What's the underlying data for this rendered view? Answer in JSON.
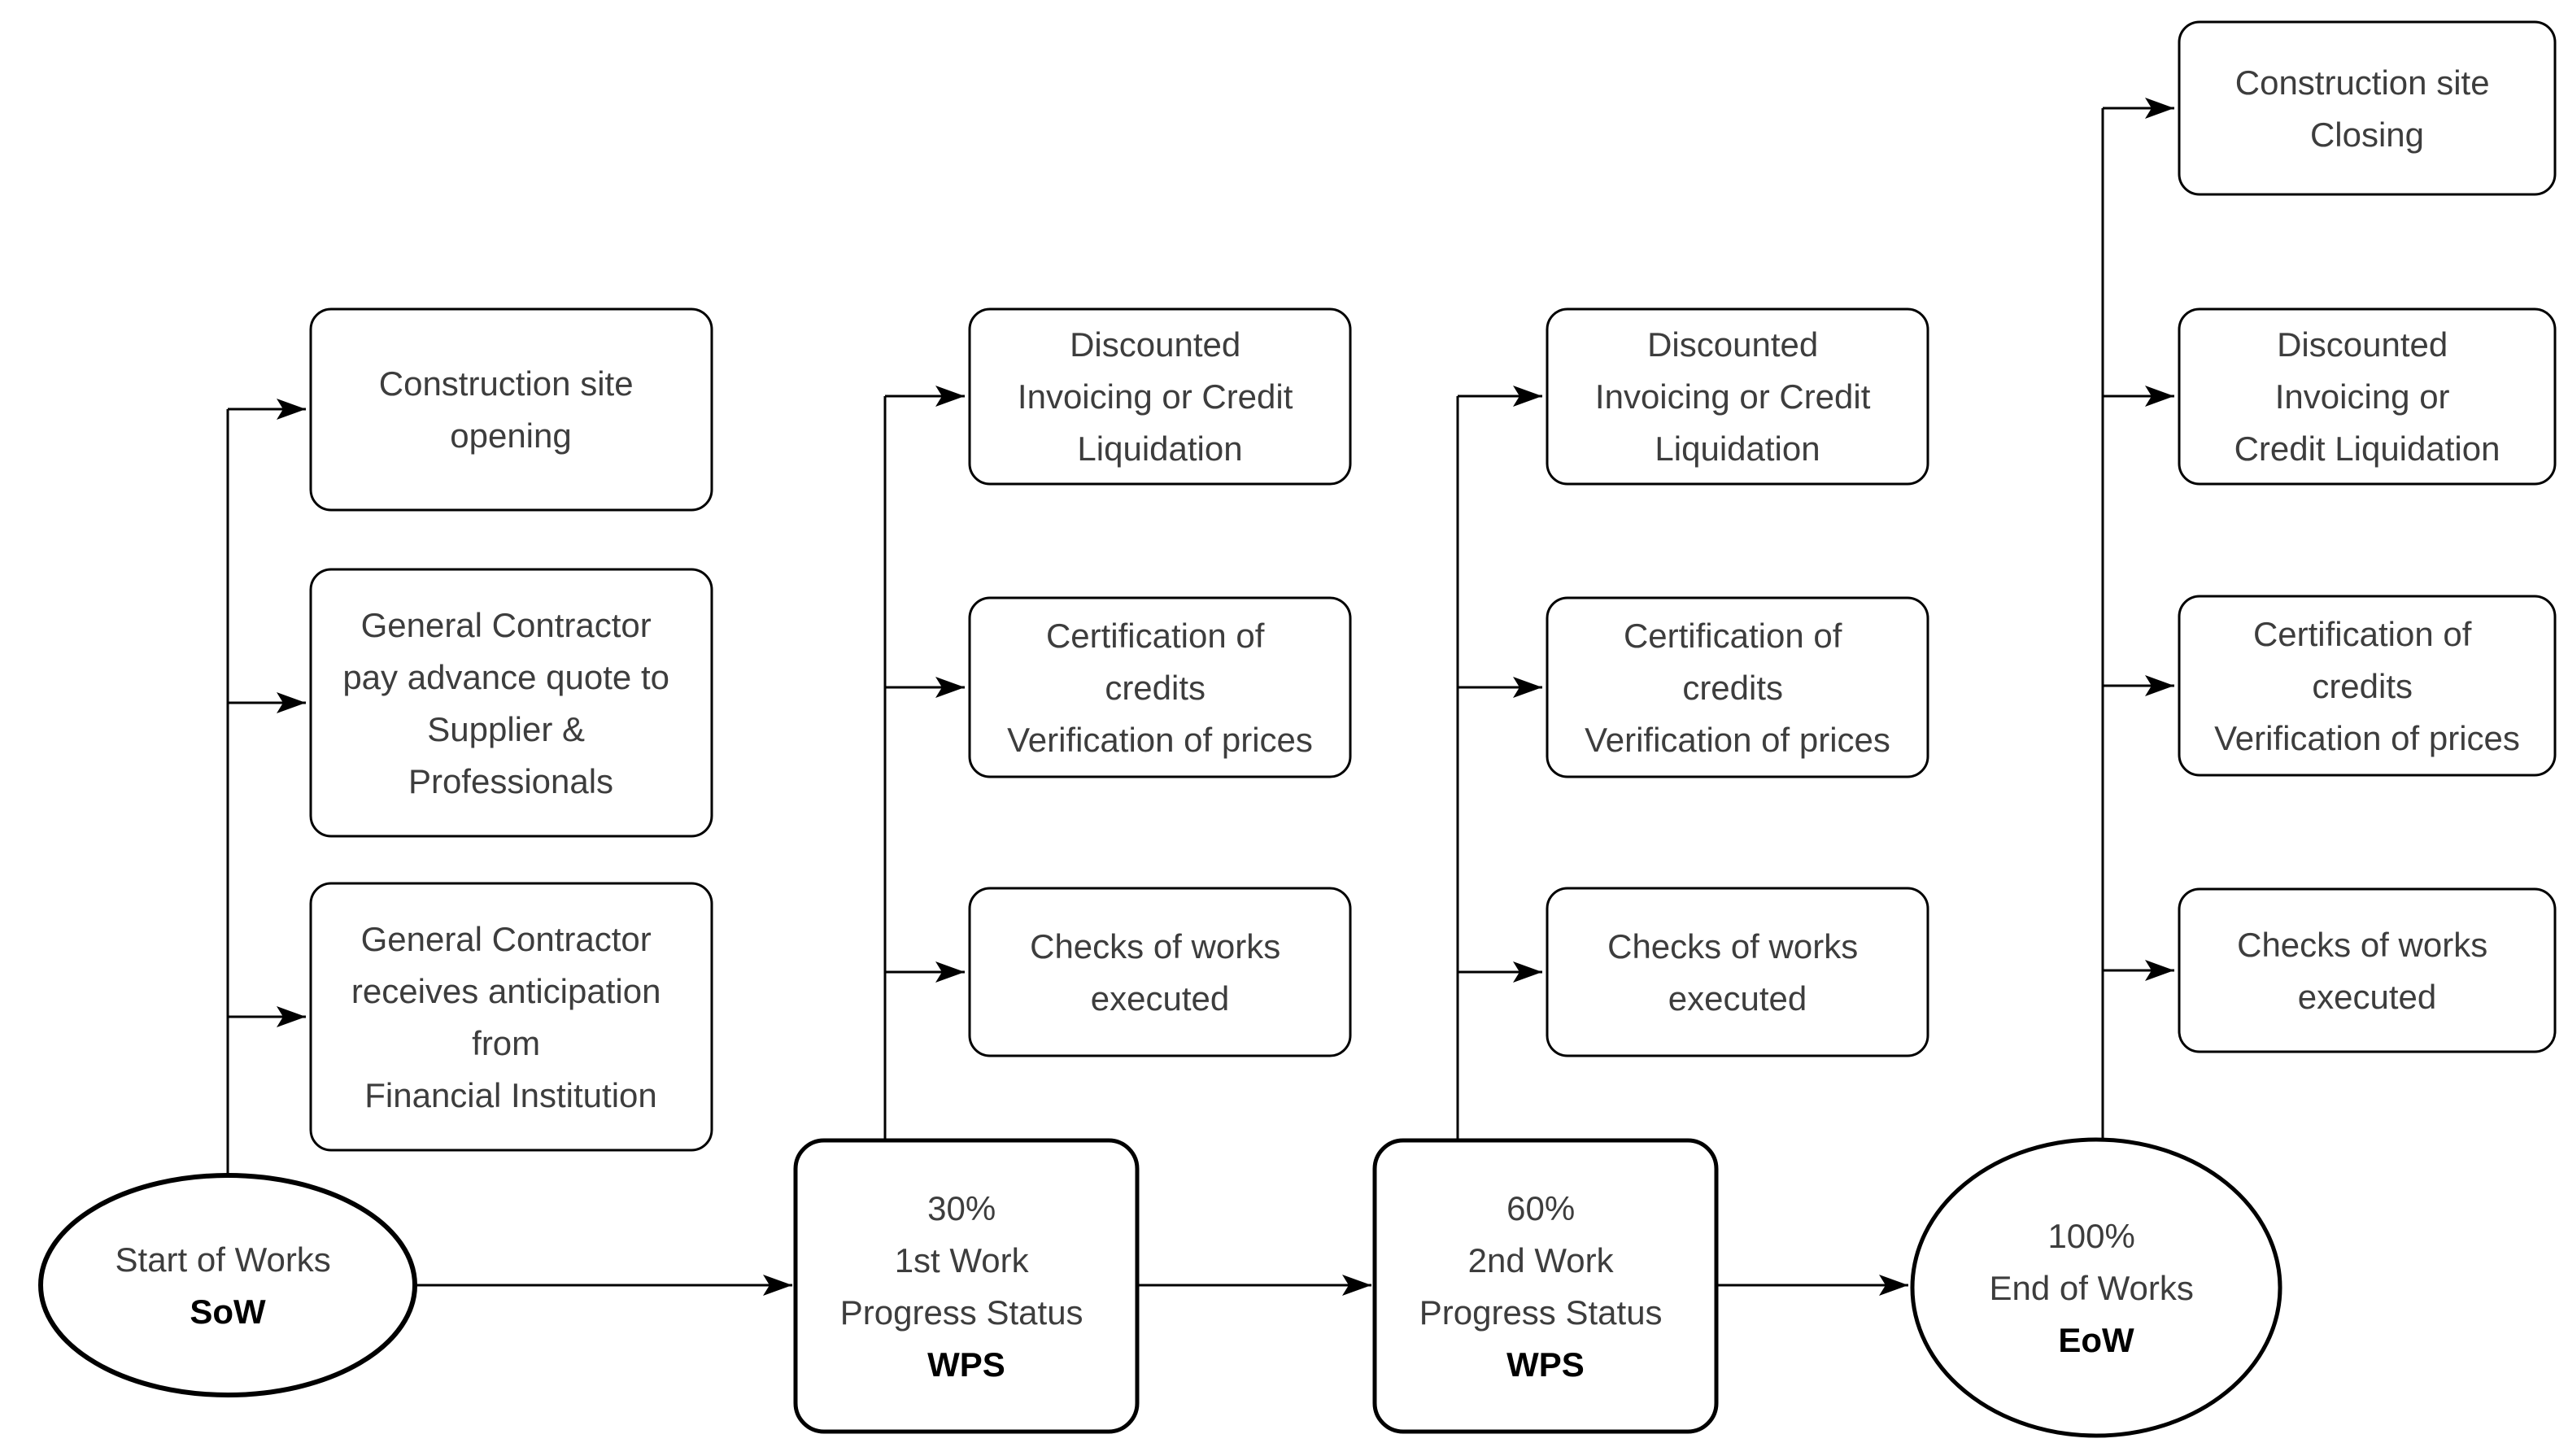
{
  "colors": {
    "background": "#ffffff",
    "stroke": "#000000",
    "text": "#3d3d3d",
    "text_bold": "#000000"
  },
  "main_nodes": {
    "sow": {
      "line1": "Start of Works",
      "line2": "SoW"
    },
    "wps1": {
      "line1": "30%",
      "line2": "1st Work",
      "line3": "Progress Status",
      "line4": "WPS"
    },
    "wps2": {
      "line1": "60%",
      "line2": "2nd Work",
      "line3": "Progress Status",
      "line4": "WPS"
    },
    "eow": {
      "line1": "100%",
      "line2": "End of Works",
      "line3": "EoW"
    }
  },
  "boxes": {
    "c1b1": {
      "line1": "Construction site",
      "line2": "opening"
    },
    "c1b2": {
      "line1": "General Contractor",
      "line2": "pay advance quote to",
      "line3": "Supplier &",
      "line4": "Professionals"
    },
    "c1b3": {
      "line1": "General Contractor",
      "line2": "receives anticipation",
      "line3": "from",
      "line4": "Financial Institution"
    },
    "c2b1": {
      "line1": "Discounted",
      "line2": "Invoicing or Credit",
      "line3": "Liquidation"
    },
    "c2b2": {
      "line1": "Certification of",
      "line2": "credits",
      "line3": "Verification of prices"
    },
    "c2b3": {
      "line1": "Checks of works",
      "line2": "executed"
    },
    "c3b1": {
      "line1": "Discounted",
      "line2": "Invoicing or Credit",
      "line3": "Liquidation"
    },
    "c3b2": {
      "line1": "Certification of",
      "line2": "credits",
      "line3": "Verification of prices"
    },
    "c3b3": {
      "line1": "Checks of works",
      "line2": "executed"
    },
    "c4b1": {
      "line1": "Construction site",
      "line2": "Closing"
    },
    "c4b2": {
      "line1": "Discounted",
      "line2": "Invoicing or",
      "line3": "Credit Liquidation"
    },
    "c4b3": {
      "line1": "Certification of",
      "line2": "credits",
      "line3": "Verification of prices"
    },
    "c4b4": {
      "line1": "Checks of works",
      "line2": "executed"
    }
  }
}
